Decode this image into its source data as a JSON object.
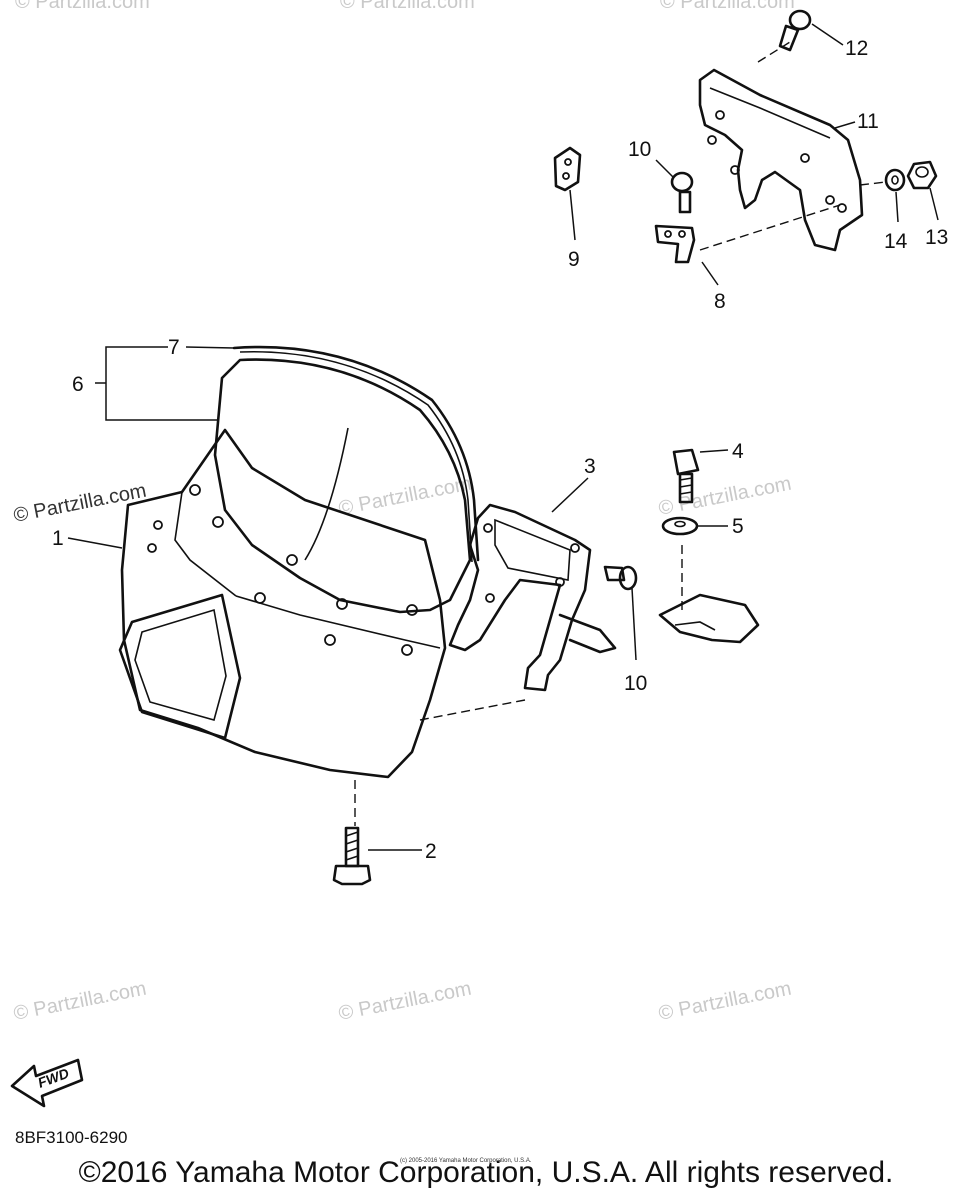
{
  "watermark_text": "© Partzilla.com",
  "diagram_code": "8BF3100-6290",
  "copyright": "©2016 Yamaha Motor Corporation, U.S.A. All rights reserved.",
  "small_note": "(c) 2005-2016 Yamaha Motor Corporation, U.S.A.",
  "fwd_label": "FWD",
  "callouts": {
    "c1": "1",
    "c2": "2",
    "c3": "3",
    "c4": "4",
    "c5": "5",
    "c6": "6",
    "c7": "7",
    "c8": "8",
    "c9": "9",
    "c10a": "10",
    "c10b": "10",
    "c11": "11",
    "c12": "12",
    "c13": "13",
    "c14": "14"
  }
}
